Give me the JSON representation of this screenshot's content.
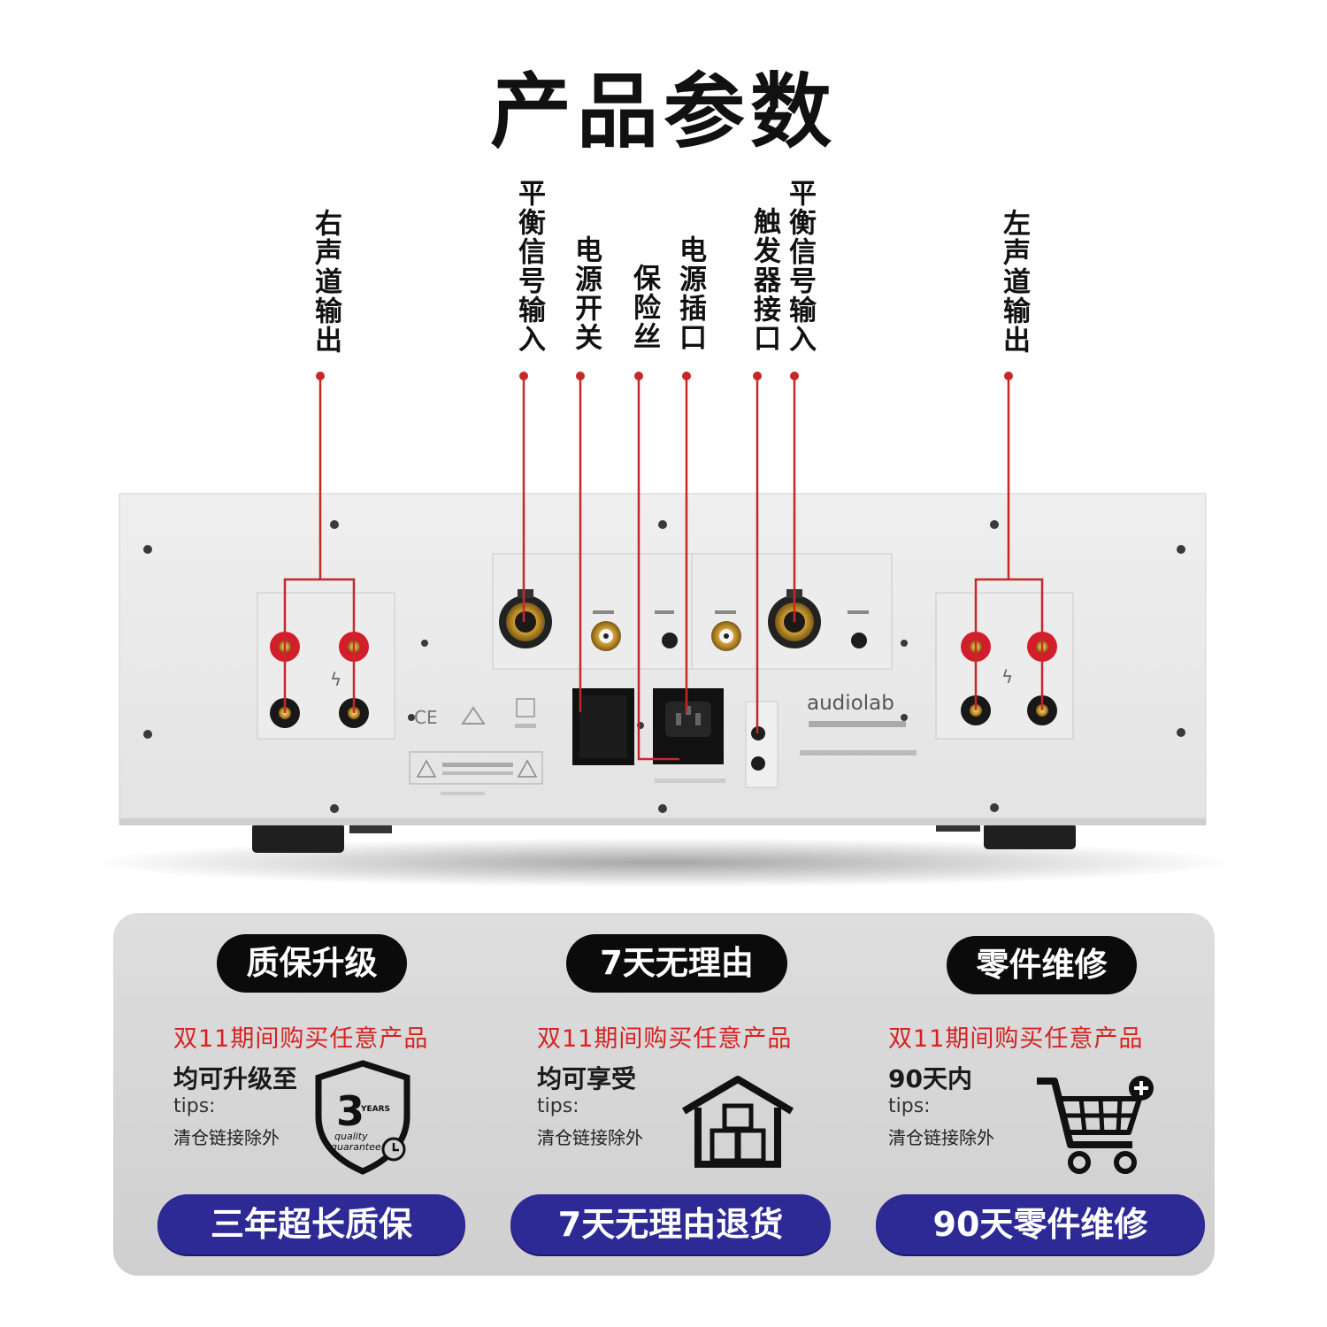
{
  "title": "产品参数",
  "labels": {
    "right_out": "右声道输出",
    "balanced_in_1": "平衡信号输入",
    "power_switch": "电源开关",
    "fuse": "保险丝",
    "power_socket": "电源插口",
    "trigger": "触发器接口",
    "balanced_in_2": "平衡信号输入",
    "left_out": "左声道输出"
  },
  "device": {
    "brand": "audiolab",
    "marking": "CE"
  },
  "colors": {
    "accent_red": "#d72222",
    "pill_blue": "#2d2a95",
    "pill_black": "#0b0b0b",
    "leader_line": "#c62828"
  },
  "services": [
    {
      "heading": "质保升级",
      "promo": "双11期间购买任意产品",
      "detail": "均可升级至",
      "tips_label": "tips:",
      "tips_text": "清仓链接除外",
      "badge": "三年超长质保",
      "icon": "warranty-shield-icon",
      "icon_number": "3",
      "icon_text": [
        "YEARS",
        "quality",
        "guarantee"
      ]
    },
    {
      "heading": "7天无理由",
      "promo": "双11期间购买任意产品",
      "detail": "均可享受",
      "tips_label": "tips:",
      "tips_text": "清仓链接除外",
      "badge": "7天无理由退货",
      "icon": "warehouse-icon"
    },
    {
      "heading": "零件维修",
      "promo": "双11期间购买任意产品",
      "detail": "90天内",
      "tips_label": "tips:",
      "tips_text": "清仓链接除外",
      "badge": "90天零件维修",
      "icon": "shopping-cart-icon"
    }
  ]
}
